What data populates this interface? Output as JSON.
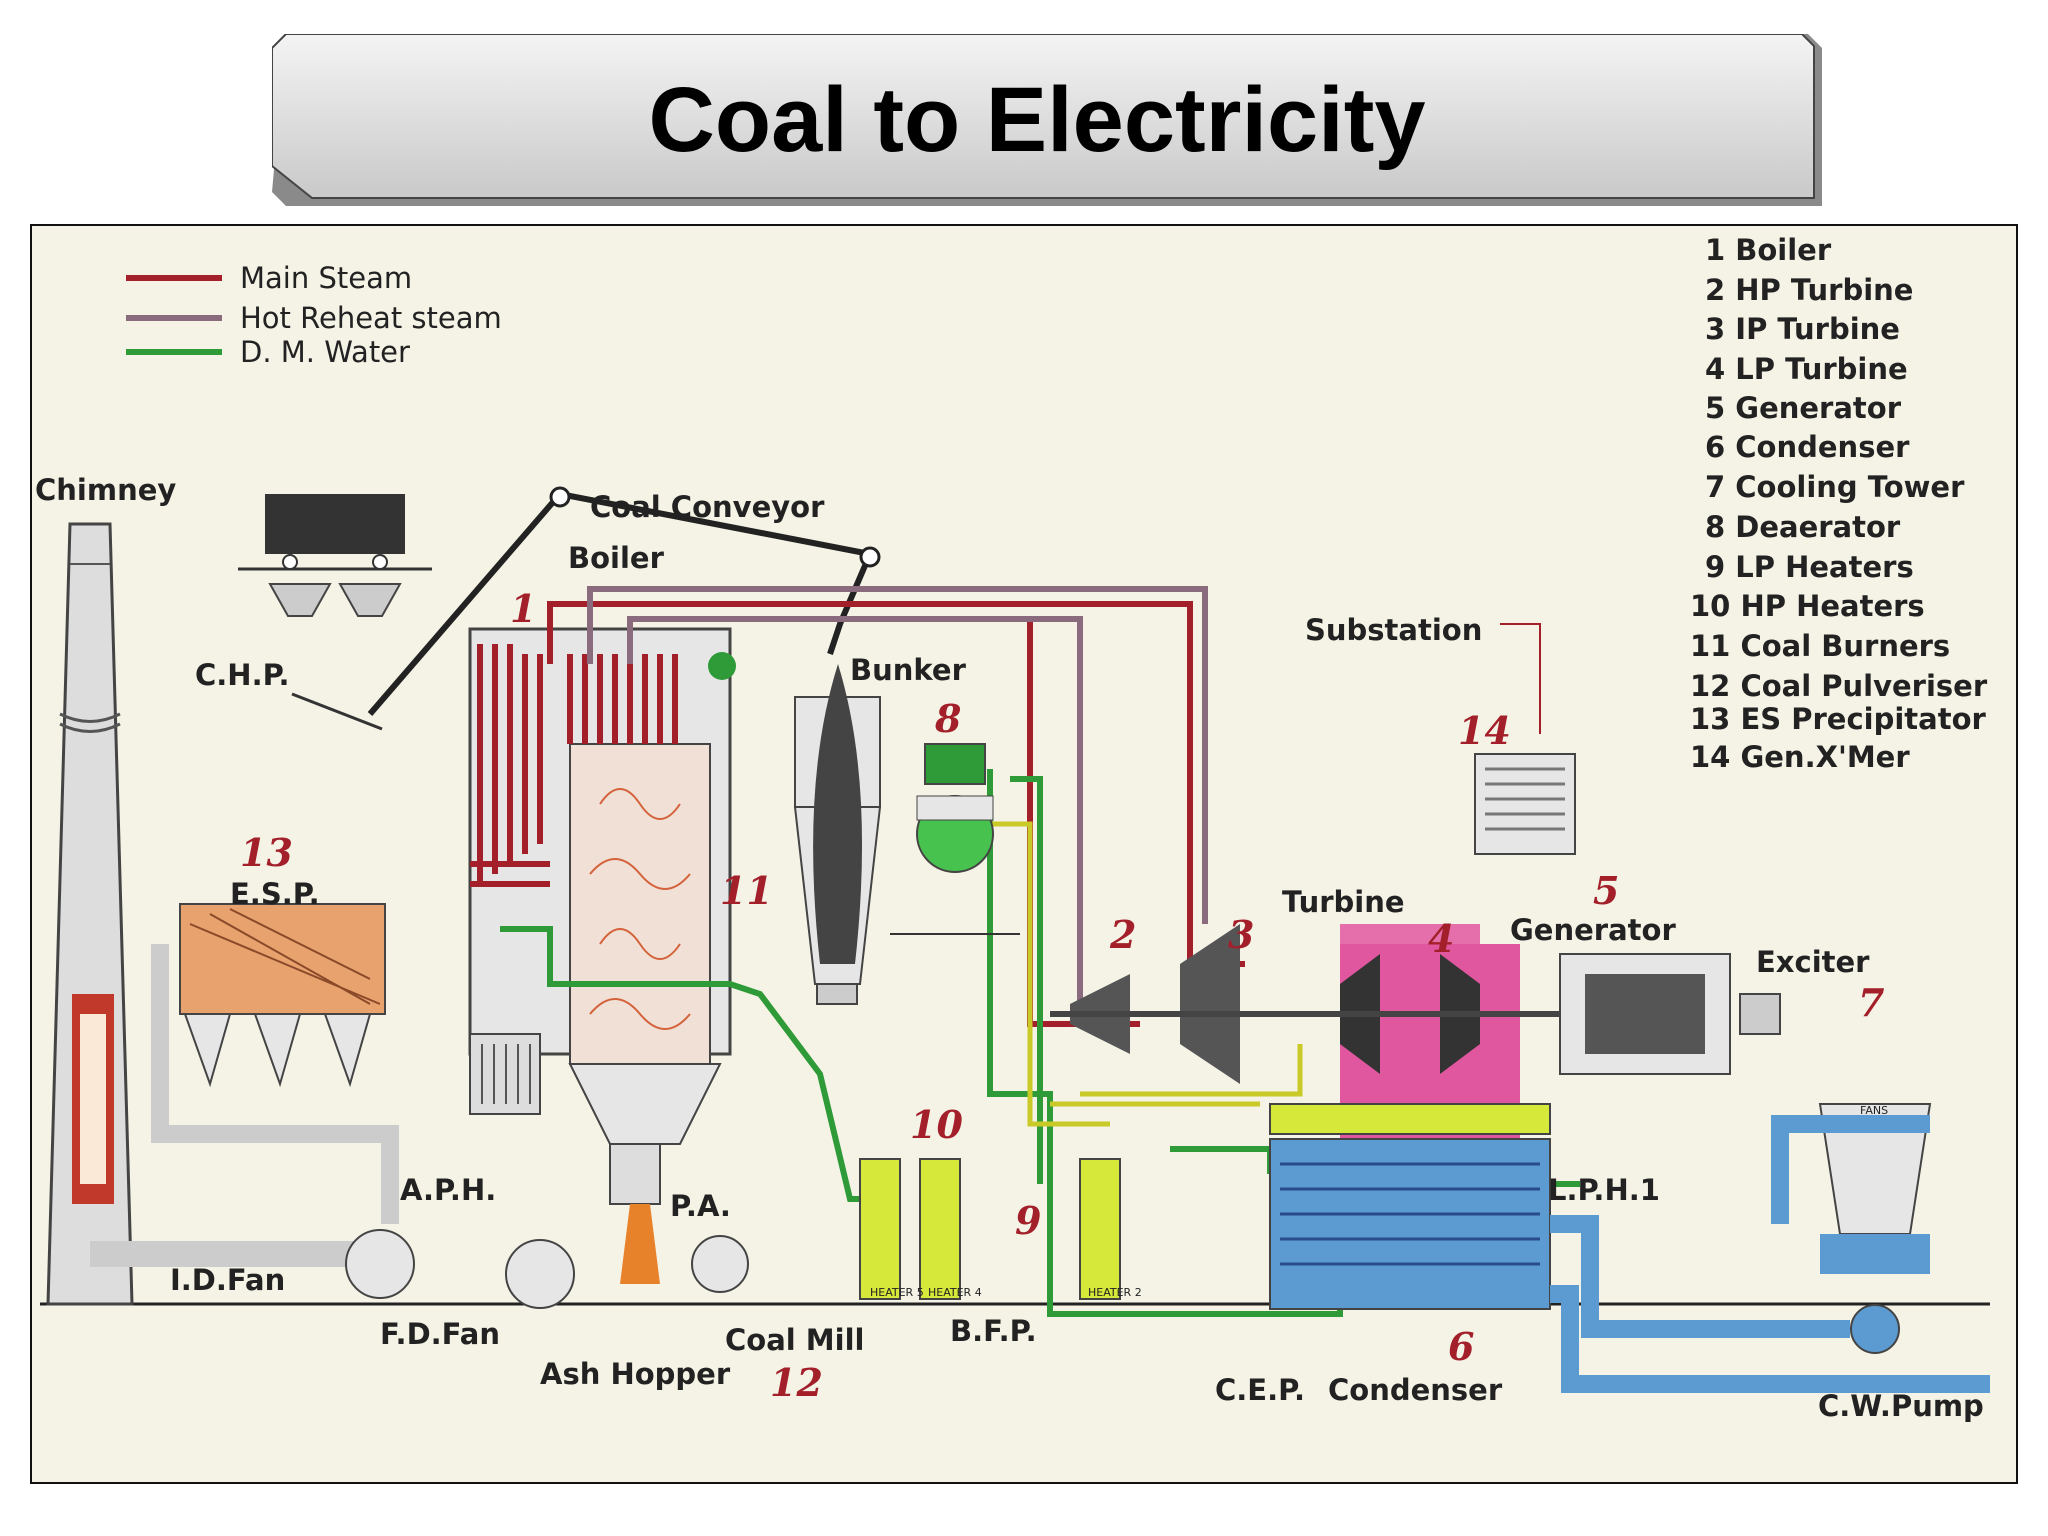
{
  "title": "Coal to Electricity",
  "legend": {
    "items": [
      {
        "label": "Main Steam",
        "color": "#a3202b"
      },
      {
        "label": "Hot Reheat steam",
        "color": "#8a6a7d"
      },
      {
        "label": "D. M. Water",
        "color": "#2e9a38"
      }
    ]
  },
  "key_list": [
    "1 Boiler",
    "2 HP Turbine",
    "3 IP Turbine",
    "4 LP Turbine",
    "5 Generator",
    "6 Condenser",
    "7 Cooling Tower",
    "8 Deaerator",
    "9 LP Heaters",
    "10 HP Heaters",
    "11 Coal Burners",
    "12 Coal Pulveriser",
    "13 ES Precipitator",
    "14 Gen.X'Mer"
  ],
  "labels": {
    "chimney": "Chimney",
    "coal_conveyor": "Coal Conveyor",
    "boiler": "Boiler",
    "chp": "C.H.P.",
    "bunker": "Bunker",
    "substation": "Substation",
    "esp": "E.S.P.",
    "turbine": "Turbine",
    "generator": "Generator",
    "exciter": "Exciter",
    "aph": "A.P.H.",
    "pa": "P.A.",
    "lph1": "L.P.H.1",
    "id_fan": "I.D.Fan",
    "fd_fan": "F.D.Fan",
    "coal_mill": "Coal Mill",
    "bfp": "B.F.P.",
    "ash_hopper": "Ash Hopper",
    "cep": "C.E.P.",
    "condenser": "Condenser",
    "cw_pump": "C.W.Pump",
    "fans": "FANS",
    "heater5": "HEATER 5",
    "heater4": "HEATER 4",
    "heater2": "HEATER 2"
  },
  "numbers": {
    "n1": "1",
    "n2": "2",
    "n3": "3",
    "n4": "4",
    "n5": "5",
    "n6": "6",
    "n7": "7",
    "n8": "8",
    "n9": "9",
    "n10": "10",
    "n11": "11",
    "n12": "12",
    "n13": "13",
    "n14": "14"
  },
  "colors": {
    "main_steam": "#a3202b",
    "reheat": "#8a6a7d",
    "water": "#2e9a38",
    "turbine_casing": "#e0579f",
    "cooling_water": "#5b9bd1",
    "heater_yellow": "#d6e83a",
    "ash": "#e8822a",
    "background": "#f5f3e6"
  }
}
